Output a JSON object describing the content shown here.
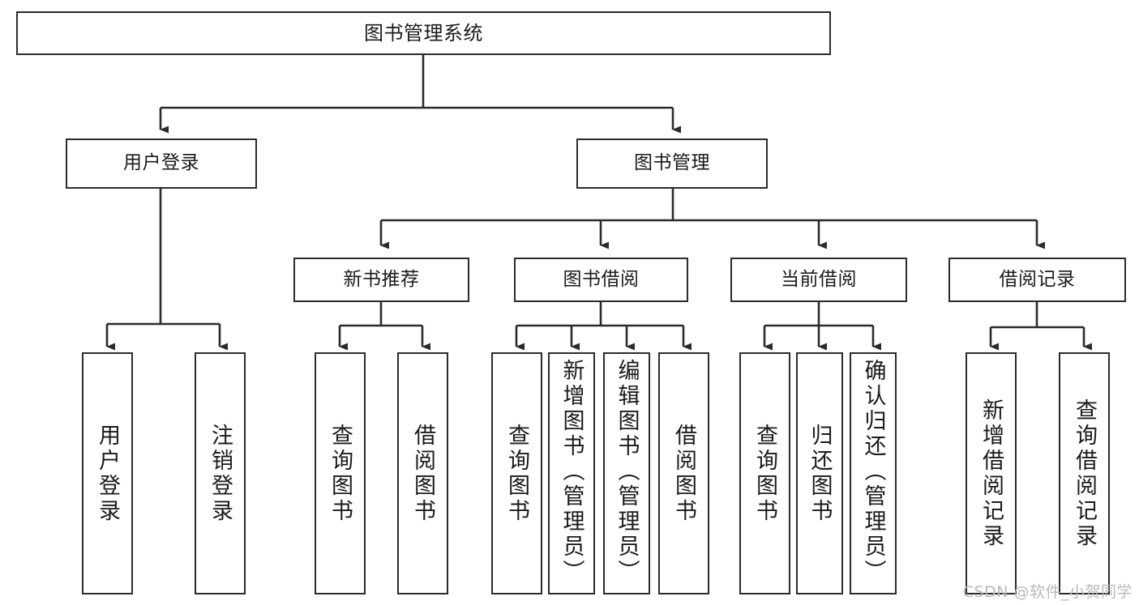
{
  "diagram": {
    "title": "图书管理系统",
    "type": "hierarchy-tree",
    "root": {
      "id": "root",
      "label": "图书管理系统"
    },
    "level2": [
      {
        "id": "user-login",
        "label": "用户登录"
      },
      {
        "id": "book-management",
        "label": "图书管理"
      }
    ],
    "level3": [
      {
        "id": "new-book-recommend",
        "label": "新书推荐"
      },
      {
        "id": "book-borrow",
        "label": "图书借阅"
      },
      {
        "id": "current-borrow",
        "label": "当前借阅"
      },
      {
        "id": "borrow-record",
        "label": "借阅记录"
      }
    ],
    "leaves": [
      {
        "id": "leaf-user-login",
        "label": "用户登录",
        "parent": "user-login"
      },
      {
        "id": "leaf-logout-login",
        "label": "注销登录",
        "parent": "user-login"
      },
      {
        "id": "leaf-query-book-1",
        "label": "查询图书",
        "parent": "new-book-recommend"
      },
      {
        "id": "leaf-borrow-book-1",
        "label": "借阅图书",
        "parent": "new-book-recommend"
      },
      {
        "id": "leaf-query-book-2",
        "label": "查询图书",
        "parent": "book-borrow"
      },
      {
        "id": "leaf-add-book",
        "label": "新增图书（管理员）",
        "parent": "book-borrow"
      },
      {
        "id": "leaf-edit-book",
        "label": "编辑图书（管理员）",
        "parent": "book-borrow"
      },
      {
        "id": "leaf-borrow-book-2",
        "label": "借阅图书",
        "parent": "book-borrow"
      },
      {
        "id": "leaf-query-book-3",
        "label": "查询图书",
        "parent": "current-borrow"
      },
      {
        "id": "leaf-return-book",
        "label": "归还图书",
        "parent": "current-borrow"
      },
      {
        "id": "leaf-confirm-return",
        "label": "确认归还（管理员）",
        "parent": "current-borrow"
      },
      {
        "id": "leaf-add-record",
        "label": "新增借阅记录",
        "parent": "borrow-record"
      },
      {
        "id": "leaf-query-record",
        "label": "查询借阅记录",
        "parent": "borrow-record"
      }
    ],
    "colors": {
      "border": "#2b2b2b",
      "background": "#ffffff",
      "text": "#1a1a1a",
      "watermark": "#b9b9b9"
    }
  },
  "watermark": {
    "text": "CSDN @软件_小贺同学"
  }
}
